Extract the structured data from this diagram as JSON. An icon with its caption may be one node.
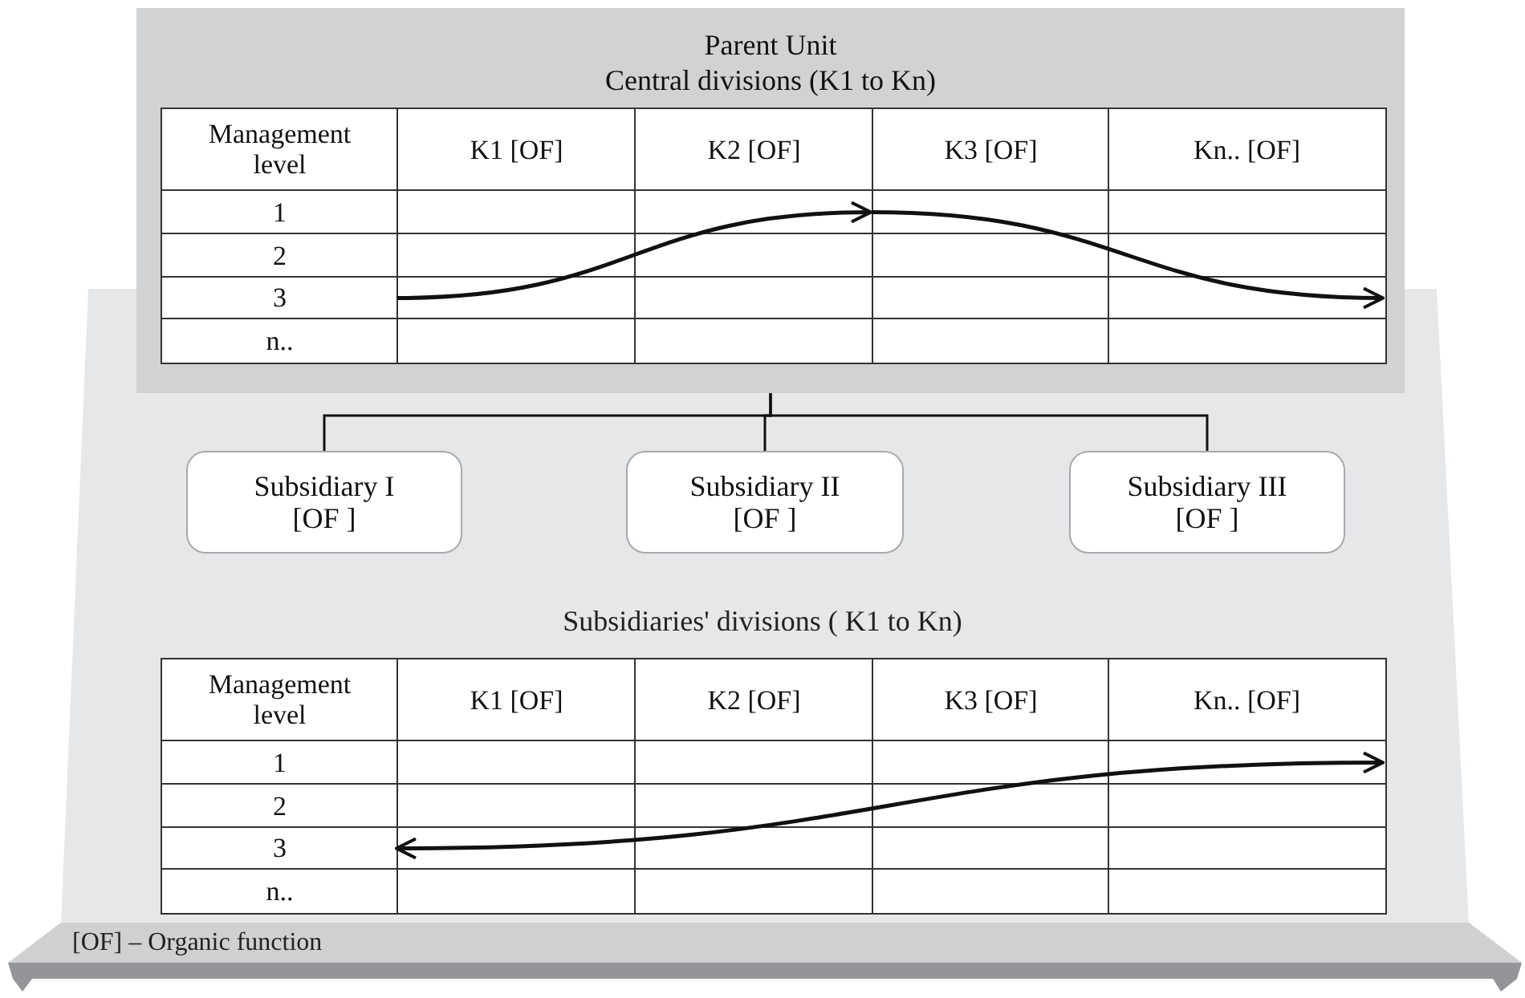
{
  "diagram": {
    "nodes": [
      {
        "text": [
          "Parent Unit",
          "Central divisions (K1 to Kn)"
        ]
      },
      {
        "text": [
          "1"
        ],
        "in": 0
      },
      {
        "text": [
          "2"
        ],
        "in": 0
      },
      {
        "text": [
          "3"
        ],
        "in": 0
      },
      {
        "text": [
          "n.."
        ],
        "in": 0
      },
      {
        "text": [],
        "shape": "box",
        "in": 0
      },
      {
        "text": [],
        "shape": "box",
        "in": 0
      },
      {
        "text": [],
        "shape": "box",
        "in": 0
      },
      {
        "text": [],
        "shape": "box",
        "in": 0
      },
      {
        "text": [
          "Subsidiary I [OF ]"
        ]
      },
      {
        "text": [
          "Subsidiary II [OF ]"
        ]
      },
      {
        "text": [
          "Subsidiary III [OF ]"
        ]
      },
      {
        "text": [
          "1"
        ]
      },
      {
        "text": [
          "2"
        ]
      },
      {
        "text": [
          "3"
        ]
      },
      {
        "text": [
          "n.."
        ]
      },
      {
        "text": [],
        "shape": "box"
      },
      {
        "text": [],
        "shape": "box"
      }
    ],
    "edges": [
      {
        "from": 5,
        "to": 6,
        "arrow": "to"
      },
      {
        "from": 7,
        "to": 8,
        "arrow": "to"
      },
      {
        "from": 0,
        "to": 9,
        "arrow": "none"
      },
      {
        "from": 0,
        "to": 10,
        "arrow": "none"
      },
      {
        "from": 0,
        "to": 11,
        "arrow": "none"
      },
      {
        "from": 16,
        "to": 17,
        "arrow": "both"
      }
    ],
    "labels": [
      "Management level",
      "K1 [OF]",
      "K2 [OF]",
      "K3 [OF]",
      "Kn.. [OF]",
      "Subsidiaries' divisions ( K1 to Kn)",
      "Management level",
      "K1 [OF]",
      "K2 [OF]",
      "K3 [OF]",
      "Kn.. [OF]",
      "[OF] – Organic function"
    ]
  }
}
